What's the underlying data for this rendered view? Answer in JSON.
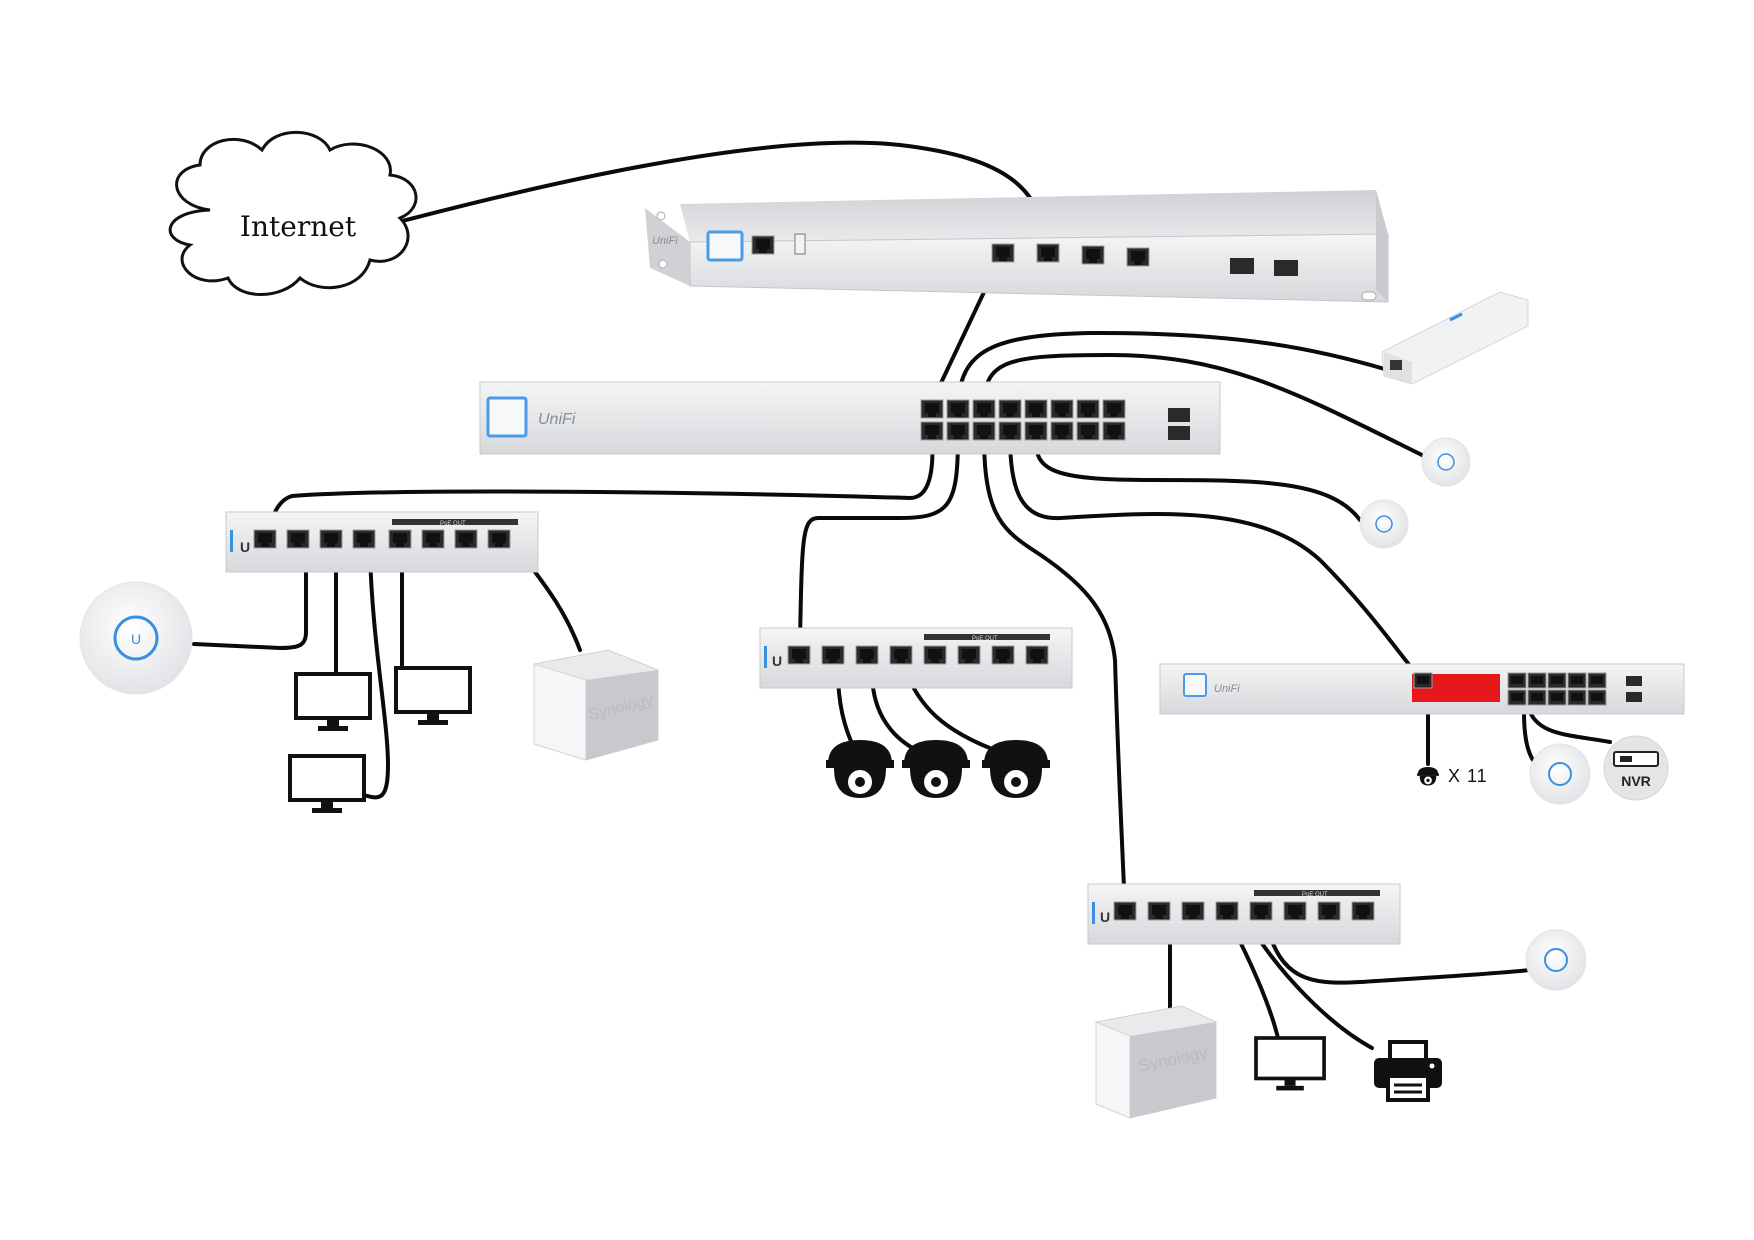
{
  "internet_label": "Internet",
  "gateway_brand": "UniFi",
  "core_switch_brand": "UniFi",
  "poe_switch_brand": "UniFi",
  "small_switch_strip": "PoE OUT",
  "nas_brand": "Synology",
  "camera_multiplier": "X 11",
  "nvr_label": "NVR",
  "colors": {
    "cable": "#0a0a0a",
    "device_body": "#e6e7e9",
    "port": "#2a2a2a",
    "ap_ring": "#3a8fe0",
    "poe_highlight": "#e8171b"
  }
}
